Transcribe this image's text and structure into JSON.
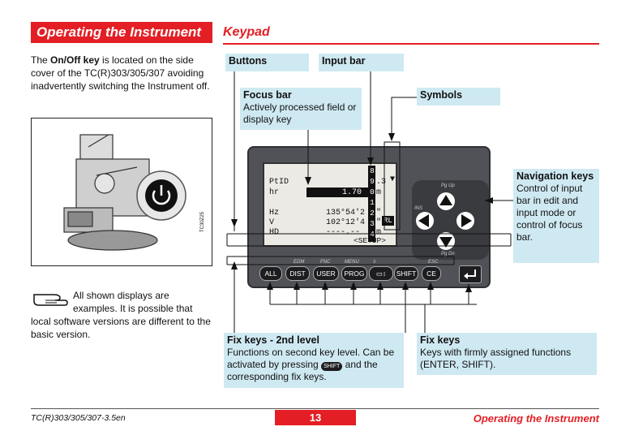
{
  "header": {
    "section": "Operating the Instrument",
    "topic": "Keypad"
  },
  "intro": {
    "pre": "The ",
    "bold": "On/Off key",
    "post": " is located on the side cover of the TC(R)303/305/307 avoiding inadvertently switching the Instrument off."
  },
  "photo": {
    "code": "TC30Z25"
  },
  "note": {
    "line1": "All shown displays are examples. It is possible that",
    "line2": "local software versions are different to the basic version."
  },
  "callouts": {
    "buttons": {
      "title": "Buttons"
    },
    "input_bar": {
      "title": "Input bar"
    },
    "symbols": {
      "title": "Symbols"
    },
    "focus_bar": {
      "title": "Focus bar",
      "text": "Actively processed field or display key"
    },
    "navigation": {
      "title": "Navigation keys",
      "text": "Control of input bar in edit and input mode or control of focus bar."
    },
    "fix2": {
      "title": "Fix keys - 2nd level",
      "text_pre": "Functions on second key level. Can be activated by pressing",
      "text_post": "and the corresponding fix keys.",
      "inline_key": "SHIFT"
    },
    "fix": {
      "title": "Fix keys",
      "text": "Keys with firmly assigned functions (ENTER, SHIFT)."
    }
  },
  "display": {
    "col_digits": [
      "8",
      "9",
      "0",
      "1",
      "2",
      "3",
      "4"
    ],
    "rows": [
      {
        "label": "PtID",
        "value": ".3"
      },
      {
        "label": "hr",
        "value": "1.70",
        "unit": "m"
      },
      {
        "label": "Hz",
        "value": "135°54'2",
        "unit": "\""
      },
      {
        "label": "V",
        "value": "102°12'4",
        "unit": "\""
      },
      {
        "label": "HD",
        "value": "----.--",
        "unit": "m"
      }
    ],
    "rl": "RL",
    "setup": "<SETUP>"
  },
  "nav": {
    "up": "Pg Up",
    "down": "Pg Dn",
    "left": "INS"
  },
  "keys": [
    {
      "label": "ALL",
      "second": ""
    },
    {
      "label": "DIST",
      "second": "EDM"
    },
    {
      "label": "USER",
      "second": "FNC"
    },
    {
      "label": "PROG",
      "second": "MENU"
    },
    {
      "label": "▭↕",
      "second": "≡"
    },
    {
      "label": "SHIFT",
      "second": ""
    },
    {
      "label": "CE",
      "second": "ESC"
    }
  ],
  "footer": {
    "left": "TC(R)303/305/307-3.5en",
    "page": "13",
    "right": "Operating the Instrument"
  }
}
